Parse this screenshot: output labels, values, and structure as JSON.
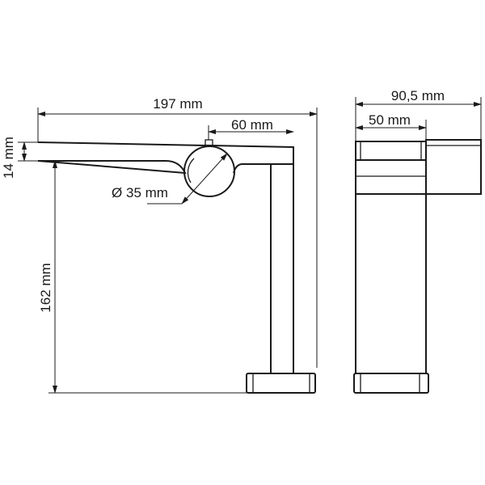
{
  "dimensions": {
    "total_length": "197 mm",
    "handle_offset": "60 mm",
    "spout_height": "14 mm",
    "spout_clearance": "162 mm",
    "handle_diameter": "Ø 35 mm",
    "total_depth": "90,5 mm",
    "body_depth": "50 mm"
  },
  "colors": {
    "line": "#1a1a1a",
    "background": "#ffffff"
  }
}
